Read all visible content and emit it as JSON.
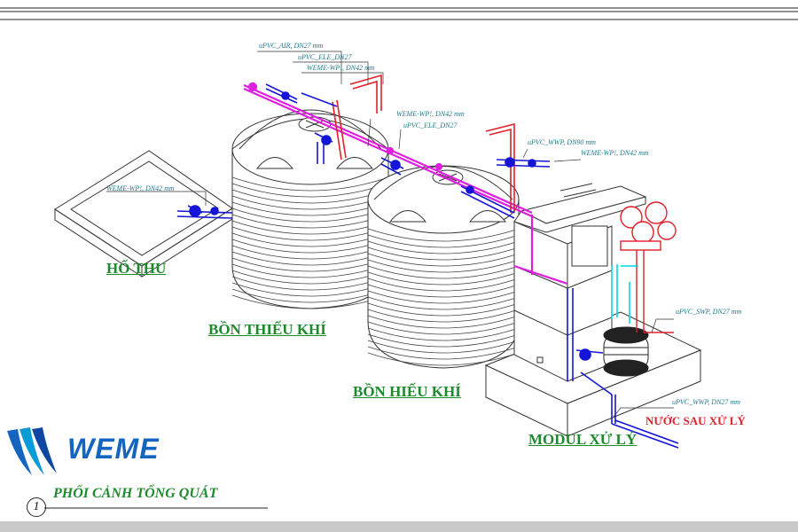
{
  "labels": {
    "ho_thu": "HỐ THU",
    "bon_thieu_khi": "BỒN THIẾU KHÍ",
    "bon_hieu_khi": "BỒN HIẾU KHÍ",
    "modul_xu_ly": "MODUL XỬ LÝ",
    "nuoc_sau_xu_ly": "NƯỚC SAU XỬ LÝ"
  },
  "pipe_notes": {
    "air_dn27": "uPVC_AIR, DN27 mm",
    "ele_dn27_top": "uPVC_ELE_DN27",
    "weme_wp_dn42_top": "WEME-WP!, DN42 mm",
    "weme_wp_dn42_mid": "WEME-WP!, DN42 mm",
    "ele_dn27_mid": "uPVC_ELE_DN27",
    "wwp_dn90": "uPVC_WWP, DN90 mm",
    "weme_wp_dn42_right": "WEME-WP!, DN42 mm",
    "weme_wp_dn42_pit": "WEME-WP!, DN42 mm",
    "swp_dn27": "uPVC_SWP, DN27 mm",
    "wwp_dn27": "uPVC_WWP, DN27 mm"
  },
  "brand": {
    "name": "WEME"
  },
  "view": {
    "number": "1",
    "title": "PHỐI CẢNH TỔNG QUÁT"
  },
  "colors": {
    "green": "#1e8a2e",
    "red": "#e0202a",
    "blue": "#1515d8",
    "magenta": "#e01ee0",
    "cyan": "#00d8e0",
    "teal": "#1f7a8c"
  }
}
